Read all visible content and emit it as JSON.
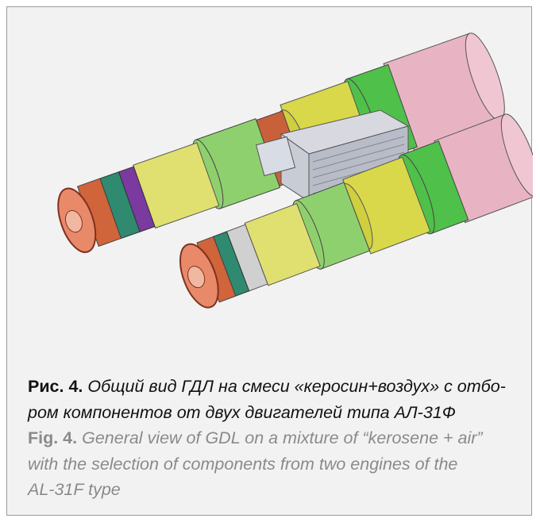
{
  "caption": {
    "ru_label": "Рис. 4.",
    "ru_line1": " Общий вид ГДЛ на смеси «керосин+воздух» с отбо-",
    "ru_line2": "ром компонентов от двух двигателей типа АЛ-31Ф",
    "en_label": "Fig. 4.",
    "en_line1": " General view of GDL on a mixture of “kerosene + air”",
    "en_line2": "with the selection of components from two engines of the",
    "en_line3": "AL-31F type"
  },
  "colors": {
    "pink": "#e8b4c4",
    "green": "#55c24a",
    "light_green": "#9ad37a",
    "yellow": "#d8d84a",
    "orange": "#d0643a",
    "purple": "#7a3aa0",
    "gray": "#c8c8c8"
  }
}
